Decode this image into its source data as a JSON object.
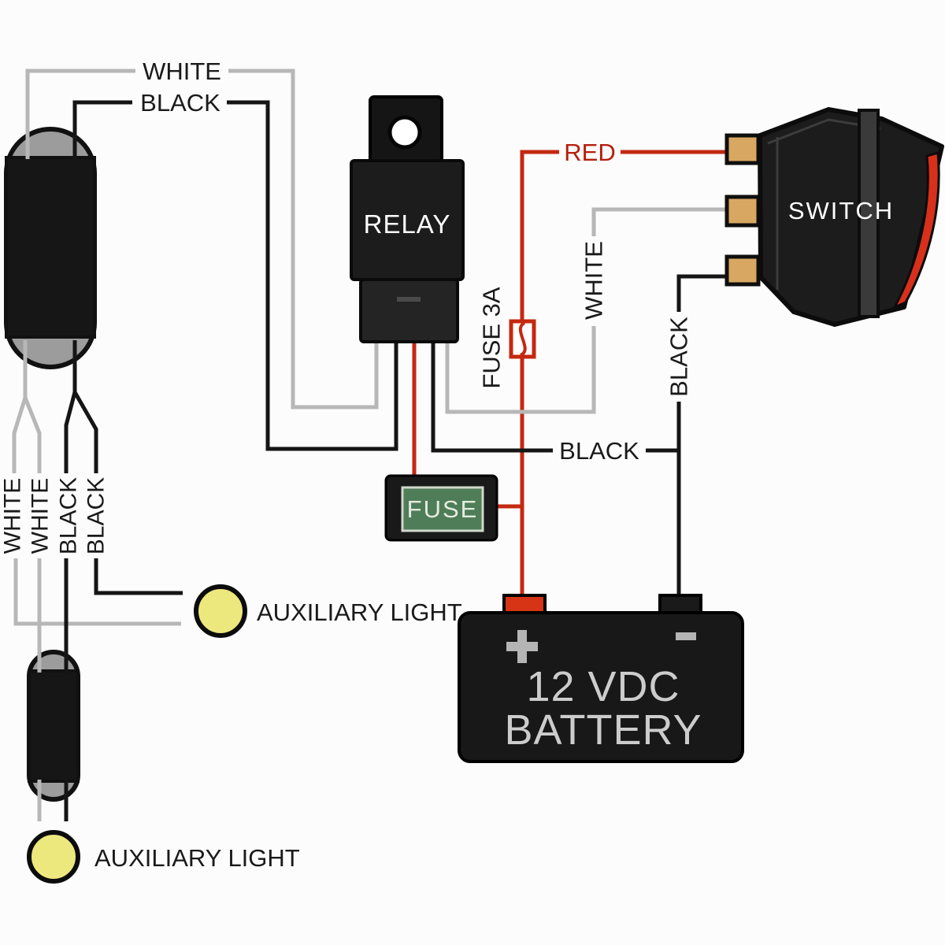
{
  "wire_labels": {
    "top_white": "WHITE",
    "top_black": "BLACK",
    "red": "RED",
    "middle_black": "BLACK",
    "switch_white": "WHITE",
    "switch_black": "BLACK",
    "inline_fuse": "FUSE 3A",
    "harness": [
      "WHITE",
      "WHITE",
      "BLACK",
      "BLACK"
    ]
  },
  "components": {
    "relay": {
      "label": "RELAY"
    },
    "switch": {
      "label": "SWITCH"
    },
    "fuse_holder": {
      "label": "FUSE"
    },
    "battery": {
      "plus": "+",
      "minus": "-",
      "voltage": "12 VDC",
      "name": "BATTERY"
    },
    "aux_light_right": {
      "label": "AUXILIARY LIGHT"
    },
    "aux_light_bottom": {
      "label": "AUXILIARY LIGHT"
    }
  },
  "colors": {
    "background": "#fcfcfc",
    "wire_white": "#b7b7b7",
    "wire_black": "#151515",
    "wire_red": "#c4290f",
    "label_red": "#b51e0c",
    "label_black": "#1a1a1a",
    "component_black": "#1c1c1c",
    "terminal_tan": "#d8a862",
    "fuse_green": "#4e7d58",
    "fuse_label": "#e4ecdf",
    "light_yellow": "#ece87d",
    "loom_gray": "#9c9c9c",
    "battery_marking": "#b5b5b5",
    "battery_text": "#cccccc",
    "switch_rocker": "#3a3a3a",
    "switch_lens_red": "#d8301a"
  }
}
